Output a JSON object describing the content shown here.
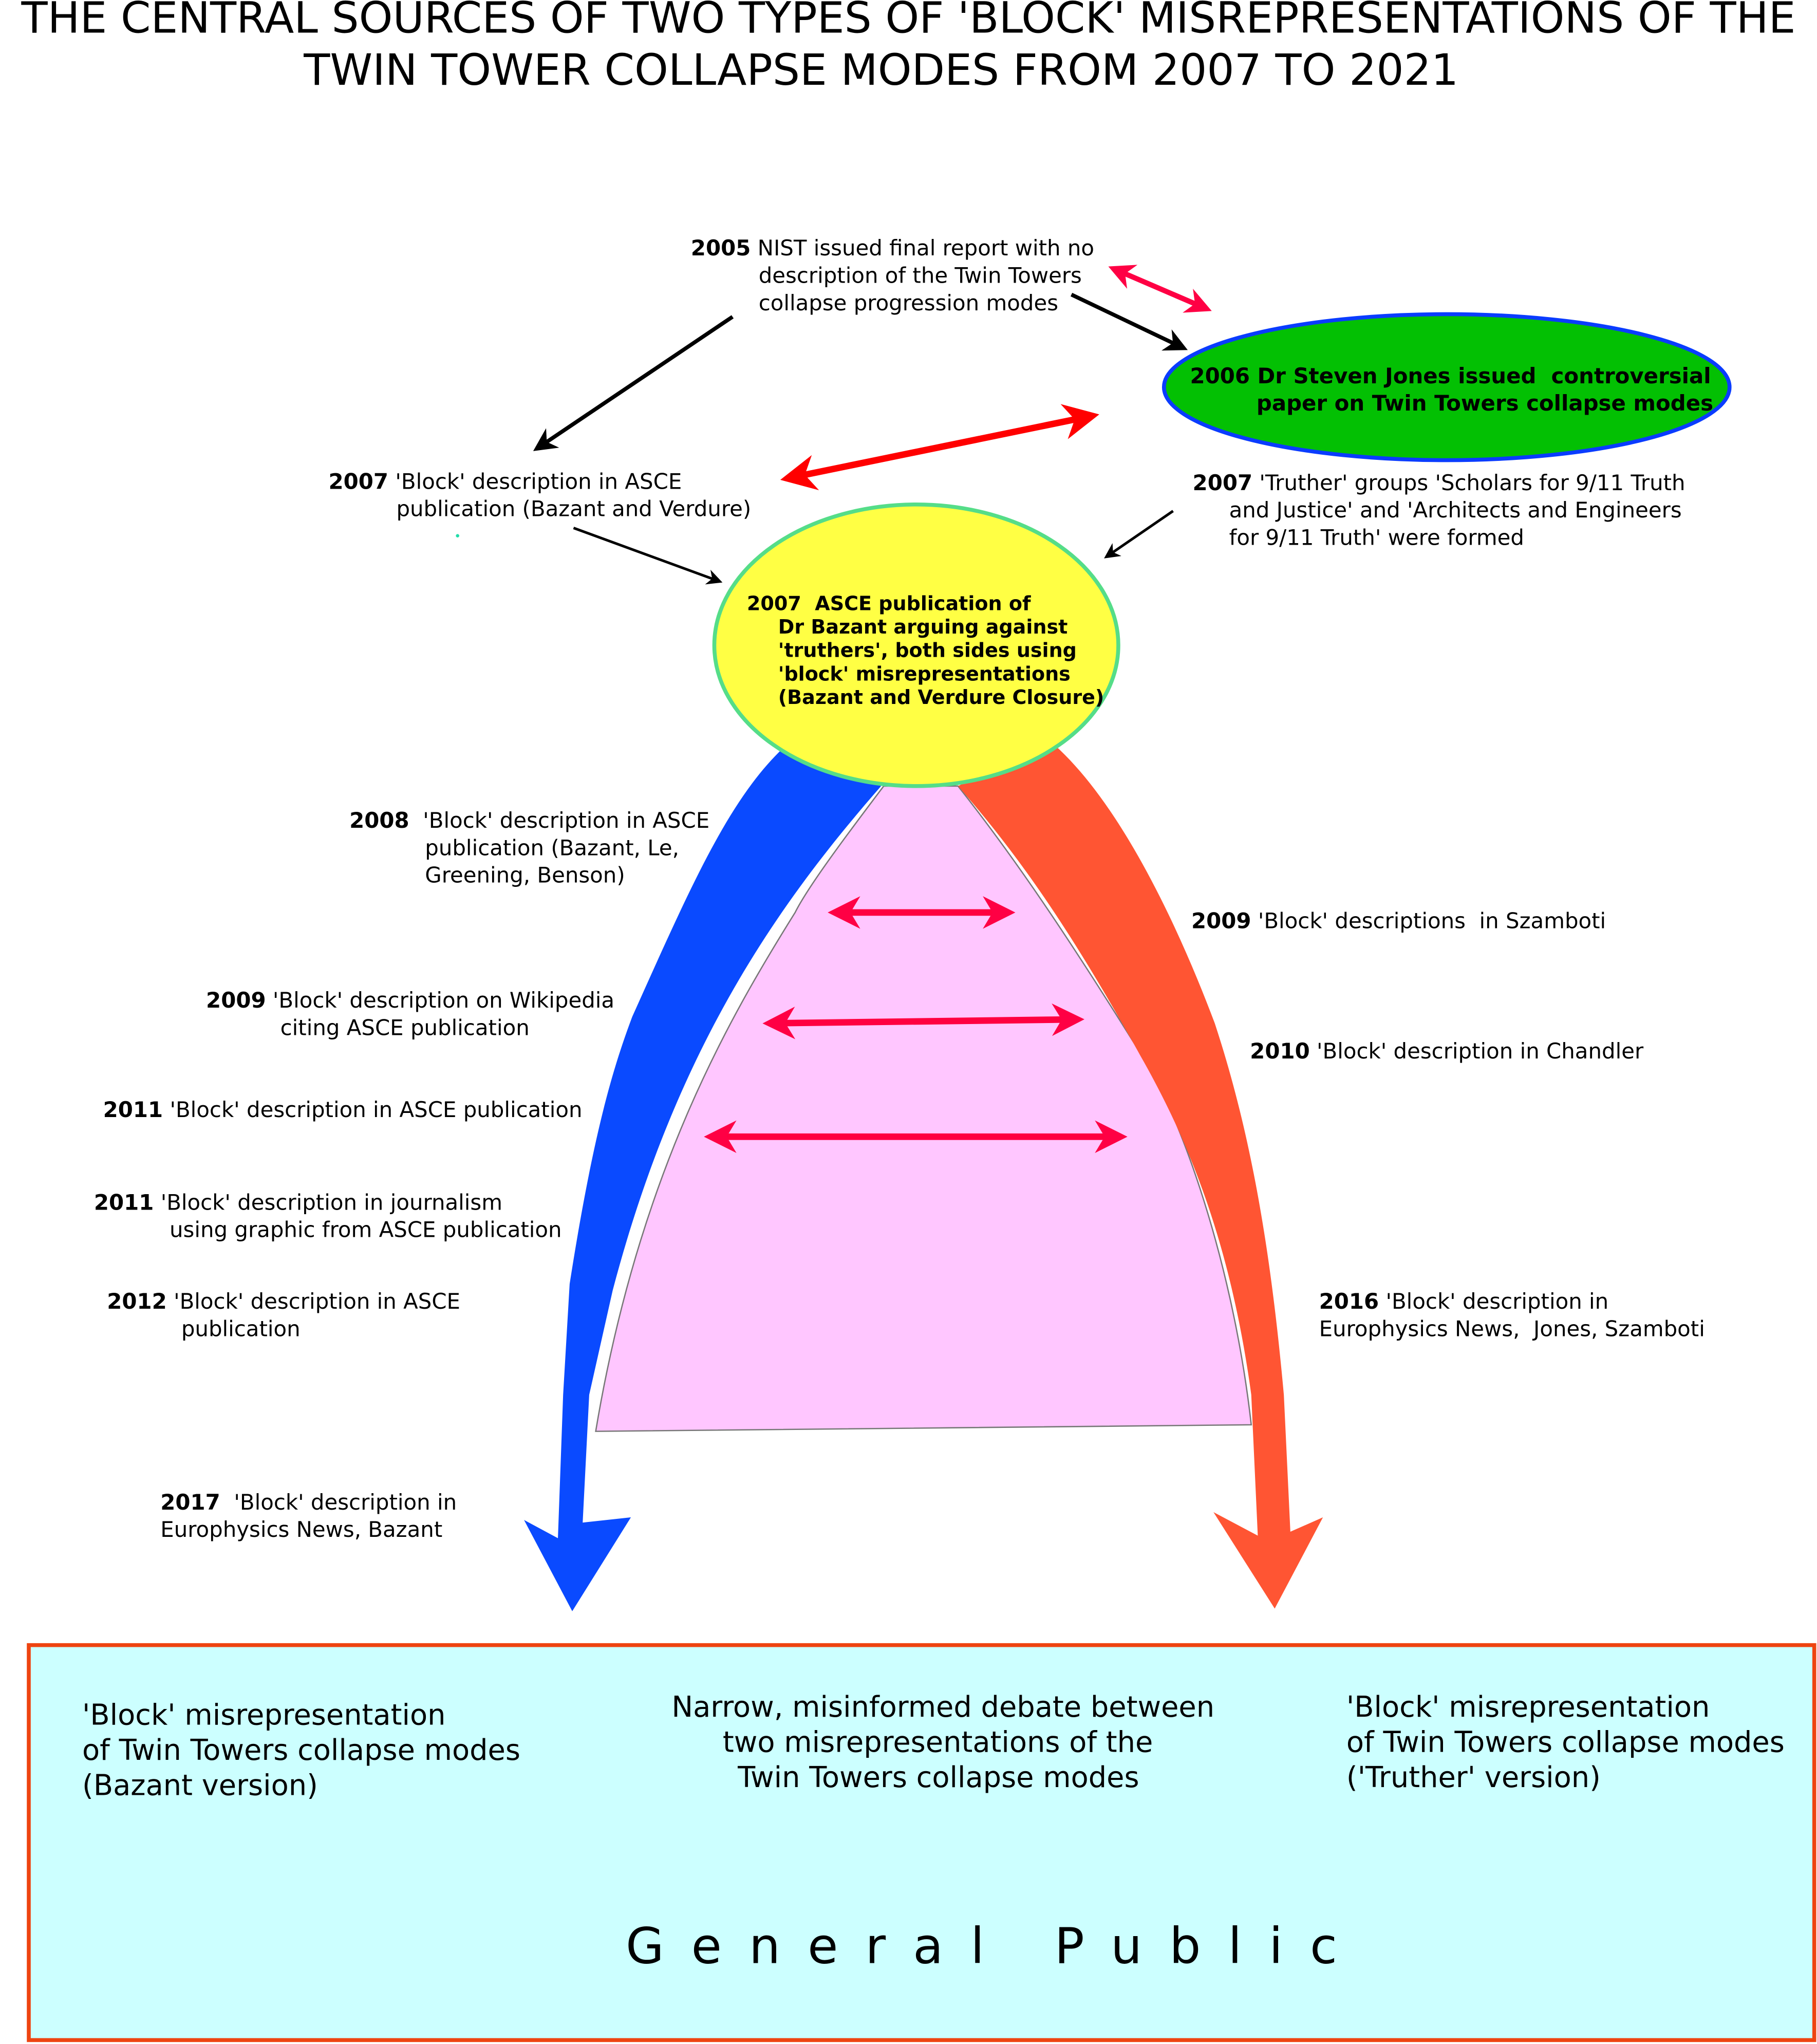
{
  "title": {
    "line1": "THE CENTRAL SOURCES OF TWO TYPES OF 'BLOCK' MISREPRESENTATIONS OF THE",
    "line2": "TWIN TOWER COLLAPSE MODES FROM 2007 TO 2021"
  },
  "colors": {
    "green_ellipse": "#03c003",
    "yellow_ellipse": "#ffff44",
    "blue_flow": "#0a4aff",
    "red_flow": "#ff5533",
    "pink_region": "#ffc6ff",
    "public_box": "#ccffff",
    "public_box_border": "#ee4411"
  },
  "events": {
    "nist_2005": {
      "year": "2005",
      "lines": [
        " NIST issued final report with no",
        "description of the Twin Towers",
        "collapse progression modes"
      ]
    },
    "jones_2006": {
      "lines": [
        "2006 Dr Steven Jones issued  controversial",
        "paper on Twin Towers collapse modes"
      ]
    },
    "block_2007": {
      "year": "2007",
      "lines": [
        " 'Block' description in ASCE",
        "publication (Bazant and Verdure)"
      ]
    },
    "truther_2007": {
      "year": "2007",
      "lines": [
        " 'Truther' groups 'Scholars for 9/11 Truth",
        "and Justice' and 'Architects and Engineers",
        "for 9/11 Truth' were formed"
      ]
    },
    "asce_2007": {
      "lines": [
        "2007  ASCE publication of",
        "Dr Bazant arguing against",
        "'truthers', both sides using",
        "'block' misrepresentations",
        "(Bazant and Verdure Closure)"
      ]
    }
  },
  "left_timeline": [
    {
      "year": "2008",
      "lines": [
        "  'Block' description in ASCE",
        "publication (Bazant, Le,",
        "Greening, Benson)"
      ]
    },
    {
      "year": "2009",
      "lines": [
        " 'Block' description on Wikipedia",
        "citing ASCE publication"
      ]
    },
    {
      "year": "2011",
      "lines": [
        " 'Block' description in ASCE publication"
      ]
    },
    {
      "year": "2011",
      "lines": [
        " 'Block' description in journalism",
        "using graphic from ASCE publication"
      ]
    },
    {
      "year": "2012",
      "lines": [
        " 'Block' description in ASCE",
        "publication"
      ]
    },
    {
      "year": "2017",
      "lines": [
        "  'Block' description in",
        "Europhysics News, Bazant"
      ]
    }
  ],
  "right_timeline": [
    {
      "year": "2009",
      "lines": [
        " 'Block' descriptions  in Szamboti"
      ]
    },
    {
      "year": "2010",
      "lines": [
        " 'Block' description in Chandler"
      ]
    },
    {
      "year": "2016",
      "lines": [
        " 'Block' description in",
        "Europhysics News,  Jones, Szamboti"
      ]
    }
  ],
  "public_box": {
    "left": [
      "'Block' misrepresentation",
      "of Twin Towers collapse modes",
      "(Bazant version)"
    ],
    "middle": [
      "Narrow, misinformed debate between",
      "two misrepresentations of the",
      "Twin Towers collapse modes"
    ],
    "right": [
      "'Block' misrepresentation",
      "of Twin Towers collapse modes",
      "('Truther' version)"
    ],
    "label": "General Public"
  }
}
